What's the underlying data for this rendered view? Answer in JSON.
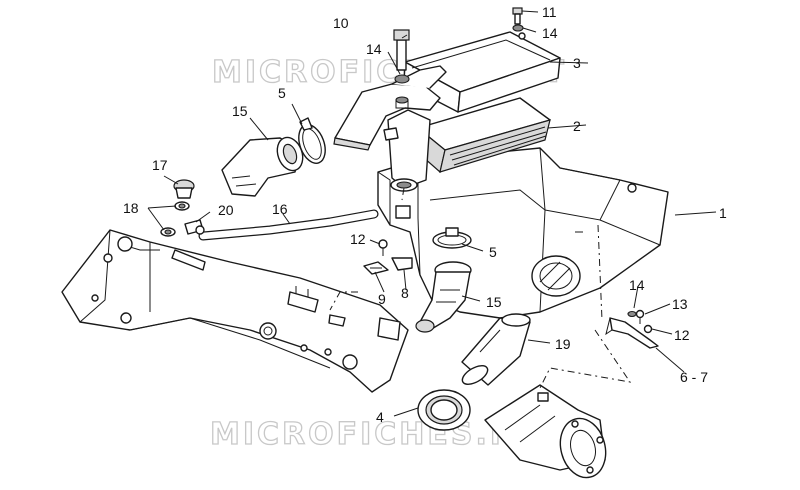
{
  "watermark": {
    "top_text": "MICROFICHES.NET",
    "bottom_text": "MICROFICHES.NET"
  },
  "callouts": {
    "c1": "1",
    "c2": "2",
    "c3": "3",
    "c4": "4",
    "c5a": "5",
    "c5b": "5",
    "c6_7": "6 - 7",
    "c8": "8",
    "c9": "9",
    "c10": "10",
    "c11": "11",
    "c12a": "12",
    "c12b": "12",
    "c13": "13",
    "c14a": "14",
    "c14b": "14",
    "c14c": "14",
    "c15a": "15",
    "c15b": "15",
    "c16": "16",
    "c17": "17",
    "c18": "18",
    "c19": "19",
    "c20": "20"
  }
}
